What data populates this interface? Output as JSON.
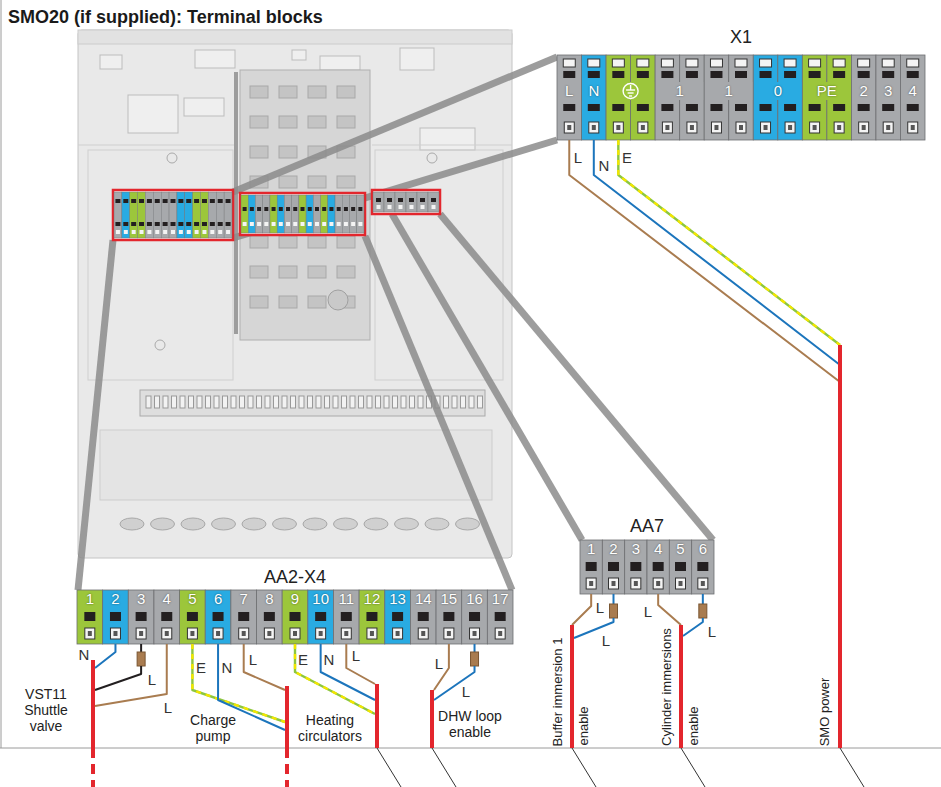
{
  "diagram": {
    "title": "SMO20 (if supplied): Terminal blocks",
    "nodes": [
      {
        "text": [
          "X1"
        ]
      },
      {
        "text": [
          "AA7"
        ]
      },
      {
        "text": [
          "AA2-X4"
        ]
      }
    ],
    "labels": [
      "L",
      "N",
      "1",
      "1",
      "0",
      "PE",
      "2",
      "3",
      "4",
      "L",
      "N",
      "E",
      "1",
      "2",
      "3",
      "4",
      "5",
      "6",
      "L",
      "L",
      "L",
      "L",
      "1",
      "2",
      "3",
      "4",
      "5",
      "6",
      "7",
      "8",
      "9",
      "10",
      "11",
      "12",
      "13",
      "14",
      "15",
      "16",
      "17",
      "N",
      "L",
      "L",
      "E",
      "N",
      "L",
      "E",
      "N",
      "L",
      "L",
      "L",
      "VST11 Shuttle valve",
      "Charge pump",
      "Heating circulators",
      "DHW loop enable",
      "Buffer immersion 1",
      "enable",
      "Cylinder immersions",
      "enable",
      "SMO power"
    ]
  }
}
